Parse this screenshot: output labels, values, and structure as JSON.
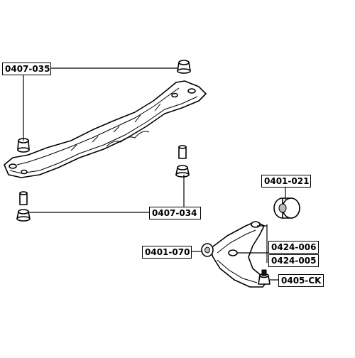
{
  "labels": {
    "l1": "0407-035",
    "l2": "0407-034",
    "l3": "0401-021",
    "l4": "0401-070",
    "l5": "0424-006",
    "l6": "0424-005",
    "l7": "0405-CK"
  }
}
